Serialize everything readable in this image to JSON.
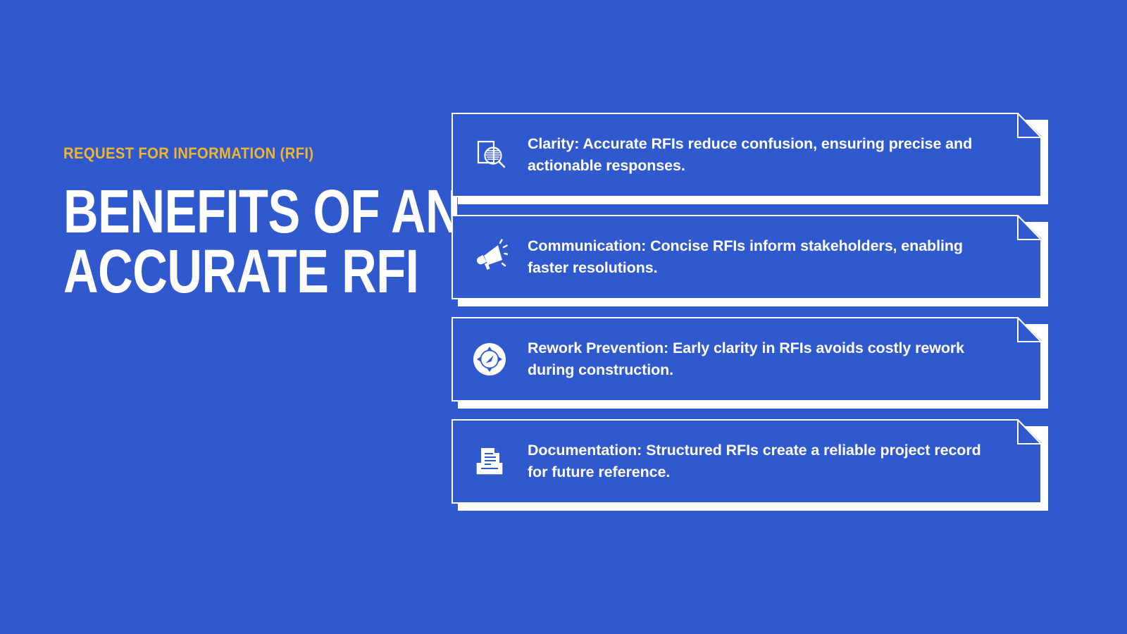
{
  "slide": {
    "background_color": "#3159CE",
    "accent_color": "#EFB52E",
    "text_color": "#FFFFFF"
  },
  "left": {
    "eyebrow": "REQUEST FOR INFORMATION (RFI)",
    "headline_line1": "BENEFITS OF AN",
    "headline_line2": "ACCURATE RFI"
  },
  "cards": [
    {
      "icon": "document-magnifier-icon",
      "text": "Clarity: Accurate RFIs reduce confusion, ensuring precise and actionable responses."
    },
    {
      "icon": "megaphone-icon",
      "text": "Communication: Concise RFIs inform stakeholders, enabling faster resolutions."
    },
    {
      "icon": "compass-icon",
      "text": "Rework Prevention: Early clarity in RFIs avoids costly rework during construction."
    },
    {
      "icon": "document-tray-icon",
      "text": "Documentation: Structured RFIs create a reliable project record for future reference."
    }
  ]
}
